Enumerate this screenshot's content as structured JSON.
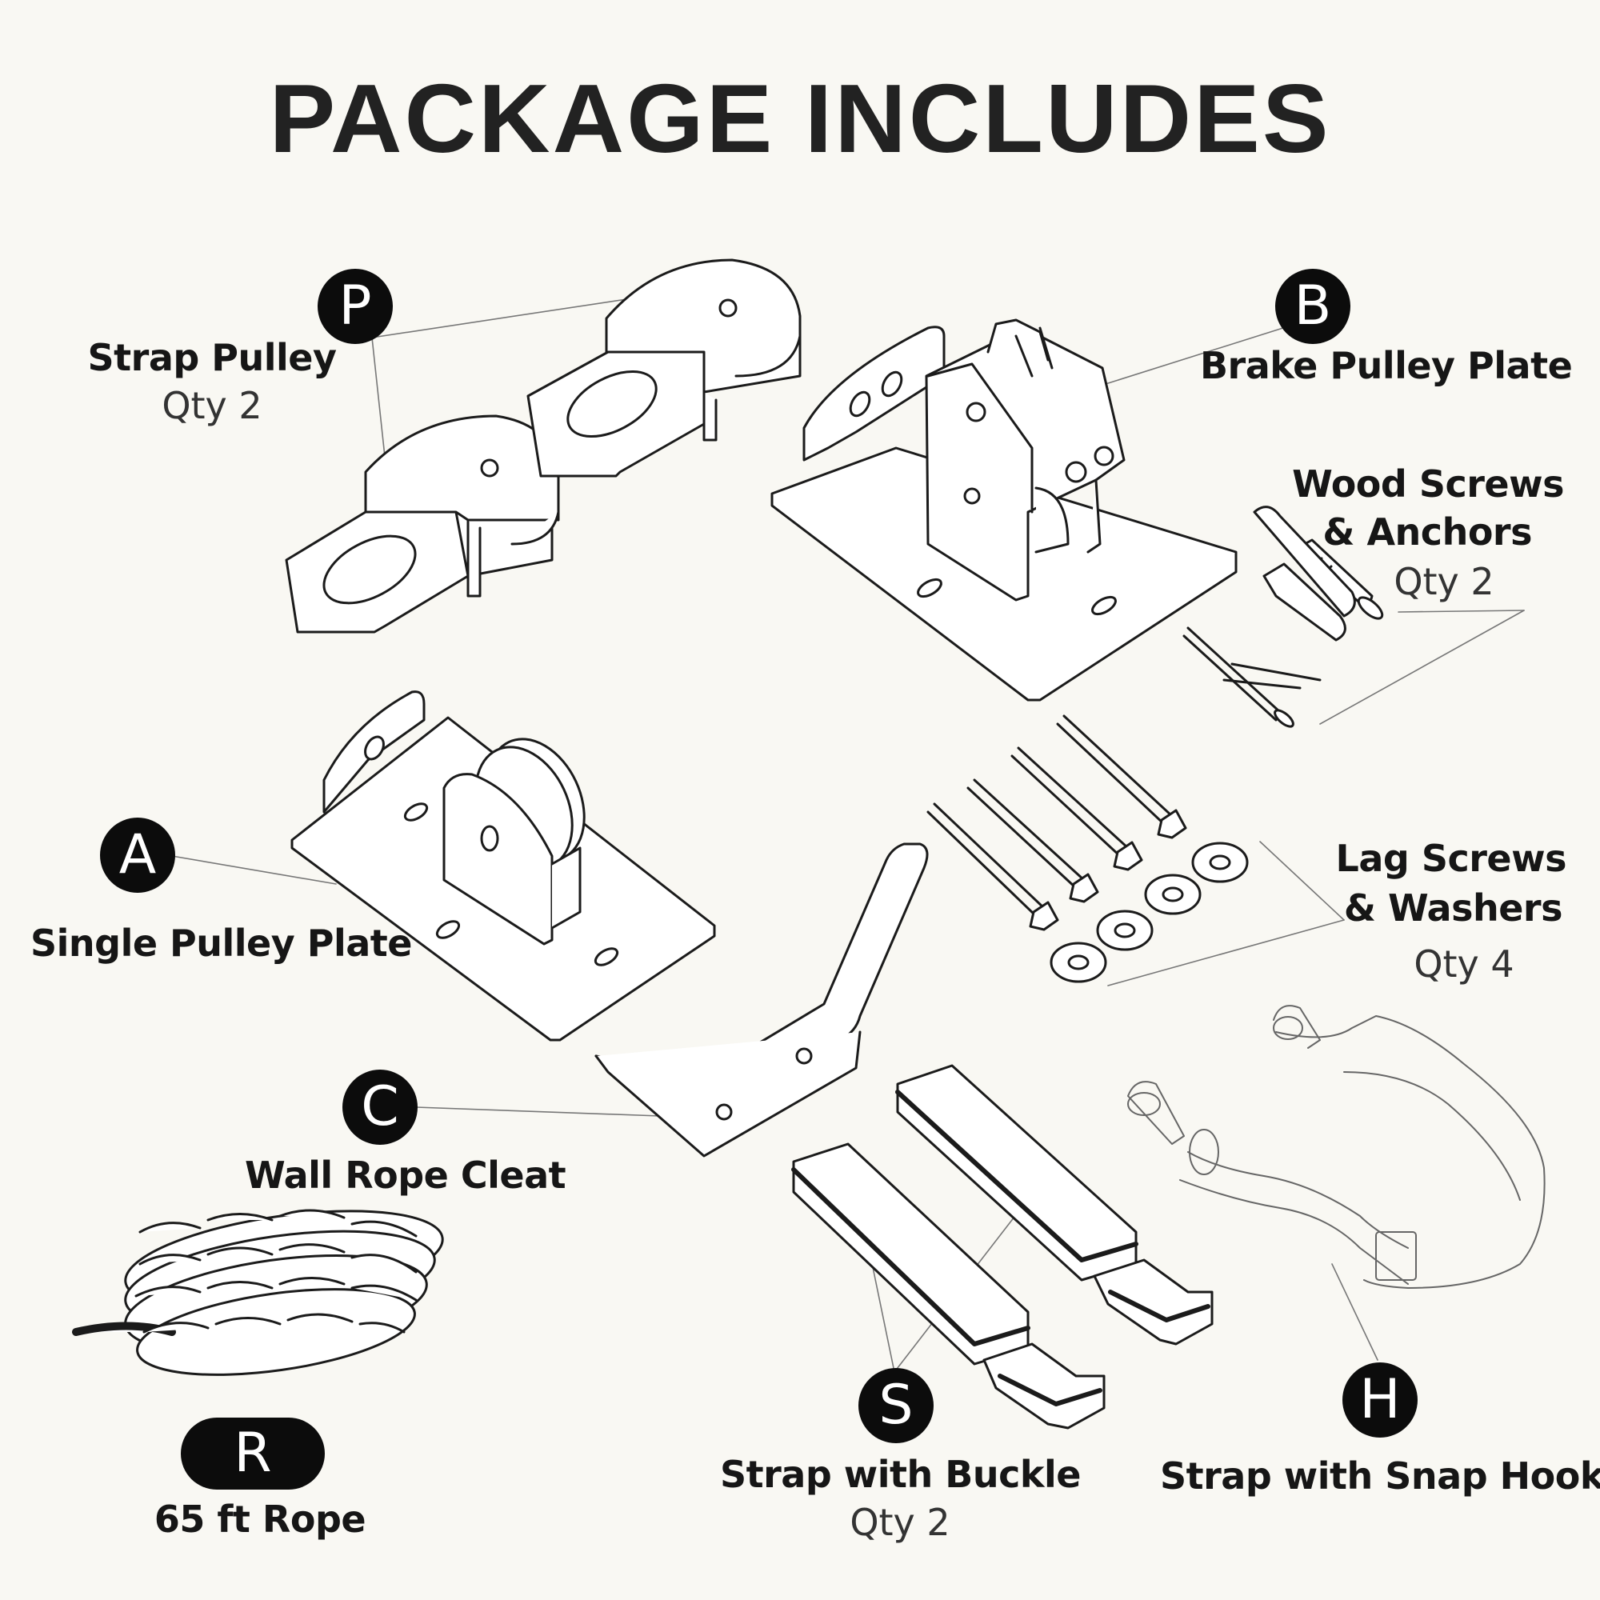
{
  "title": "PACKAGE INCLUDES",
  "items": {
    "strap_pulley": {
      "badge": "P",
      "name": "Strap Pulley",
      "qty": "Qty 2"
    },
    "brake_plate": {
      "badge": "B",
      "name": "Brake Pulley Plate"
    },
    "wood_screws": {
      "name_line1": "Wood Screws",
      "name_line2": "& Anchors",
      "qty": "Qty 2"
    },
    "single_plate": {
      "badge": "A",
      "name": "Single Pulley Plate"
    },
    "lag_screws": {
      "name_line1": "Lag Screws",
      "name_line2": "& Washers",
      "qty": "Qty 4"
    },
    "wall_cleat": {
      "badge": "C",
      "name": "Wall Rope Cleat"
    },
    "rope": {
      "badge": "R",
      "name": "65 ft Rope"
    },
    "strap_buckle": {
      "badge": "S",
      "name": "Strap with Buckle",
      "qty": "Qty 2"
    },
    "strap_hook": {
      "badge": "H",
      "name": "Strap with Snap Hook"
    }
  },
  "colors": {
    "background": "#f9f8f3",
    "badge": "#0c0c0c",
    "ink": "#1b1b1b"
  }
}
